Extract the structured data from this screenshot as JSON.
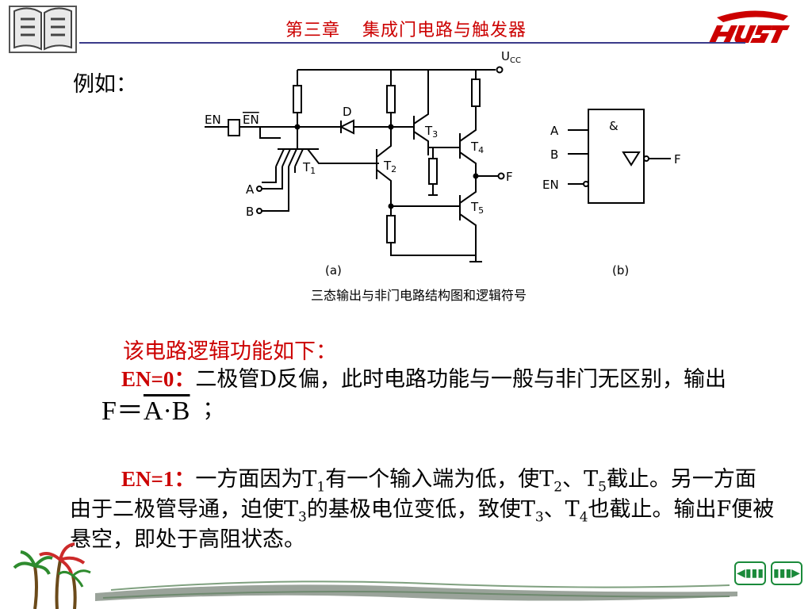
{
  "header": {
    "chapter": "第三章",
    "title": "集成门电路与触发器"
  },
  "example_label": "例如：",
  "figure": {
    "label_a": "(a)",
    "label_b": "(b)",
    "caption": "三态输出与非门电路结构图和逻辑符号",
    "labels": {
      "ucc": "U",
      "ucc_sub": "CC",
      "en": "EN",
      "en_bar": "EN",
      "d": "D",
      "t1": "T",
      "t2": "T",
      "t3": "T",
      "t4": "T",
      "t5": "T",
      "a": "A",
      "b": "B",
      "f": "F",
      "s1": "1",
      "s2": "2",
      "s3": "3",
      "s4": "4",
      "s5": "5",
      "amp": "&",
      "sym_a": "A",
      "sym_b": "B",
      "sym_en": "EN",
      "sym_f": "F"
    }
  },
  "content": {
    "heading": "该电路逻辑功能如下：",
    "en0_label": "EN=0：",
    "en0_text": "二极管D反偏，此时电路功能与一般与非门无区别，输出",
    "formula_lhs": "F＝",
    "formula_rhs": "A·B",
    "formula_tail": "；",
    "en1_label": "EN=1：",
    "en1_p1": "一方面因为T",
    "en1_s1": "1",
    "en1_p2": "有一个输入端为低，使T",
    "en1_s2": "2",
    "en1_p3": "、T",
    "en1_s3": "5",
    "en1_p4": "截止。另一方面由于二极管导通，迫使T",
    "en1_s4": "3",
    "en1_p5": "的基极电位变低，致使T",
    "en1_s5": "3",
    "en1_p6": "、T",
    "en1_s6": "4",
    "en1_p7": "也截止。输出F便被悬空，即处于高阻状态。"
  },
  "colors": {
    "accent_red": "#cc0000",
    "nav_green": "#1a8a3a",
    "header_rule": "#3a3a8a"
  },
  "icons": {
    "book_logo": "open-book-icon",
    "school_logo": "hust-logo",
    "prev": "prev-arrow-icon",
    "next": "next-arrow-icon"
  }
}
